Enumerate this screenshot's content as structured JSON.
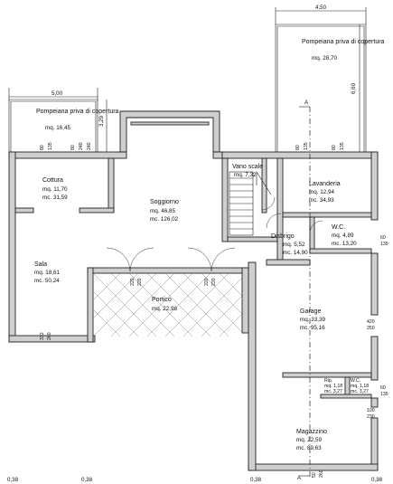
{
  "dimensions": {
    "top_width": "4,50",
    "left_top_width": "5,00",
    "terrace_right_height": "6,60",
    "terrace_left_height": "3,29",
    "bottom_left": "0,38",
    "bottom_left_mid": "0,38",
    "bottom_mid": "0,38",
    "bottom_right": "0,38"
  },
  "section_markers": {
    "top": "A",
    "bottom": "A"
  },
  "rooms": [
    {
      "id": "terrazzo-dx",
      "name": "Pompeiana priva di copertura",
      "line1": "mq. 28,70",
      "line2": ""
    },
    {
      "id": "terrazzo-sx",
      "name": "Pompeiana priva di copertura",
      "line1": "mq. 16,45",
      "line2": ""
    },
    {
      "id": "cottura",
      "name": "Cottura",
      "line1": "mq. 11,70",
      "line2": "mc. 31,59"
    },
    {
      "id": "soggiorno",
      "name": "Soggiorno",
      "line1": "mq. 46,85",
      "line2": "mc. 126,02"
    },
    {
      "id": "vano-scale",
      "name": "Vano scale",
      "line1": "mq. 7,32",
      "line2": ""
    },
    {
      "id": "lavanderia",
      "name": "Lavanderia",
      "line1": "mq. 12,94",
      "line2": "mc. 34,93"
    },
    {
      "id": "wc",
      "name": "W.C.",
      "line1": "mq. 4,89",
      "line2": "mc. 13,20"
    },
    {
      "id": "disbrigo",
      "name": "Disbrigo",
      "line1": "mq. 5,52",
      "line2": "mc. 14,90"
    },
    {
      "id": "sala",
      "name": "Sala",
      "line1": "mq. 18,61",
      "line2": "mc. 50,24"
    },
    {
      "id": "portico",
      "name": "Portico",
      "line1": "mq. 22,98",
      "line2": ""
    },
    {
      "id": "garage",
      "name": "Garage",
      "line1": "mq. 33,39",
      "line2": "mc. 95,16"
    },
    {
      "id": "magazzino",
      "name": "Magazzino",
      "line1": "mq. 22,59",
      "line2": "mc. 89,63"
    }
  ],
  "openings": {
    "w1": "80",
    "w1b": "135",
    "w2": "80",
    "w2b": "240",
    "w3": "80",
    "w3b": "135",
    "w4": "80",
    "w4b": "135",
    "p1": "60",
    "p1b": "135",
    "p2": "420",
    "p2b": "250",
    "p3": "60",
    "p3b": "135",
    "p4": "100",
    "p4b": "230",
    "p5": "332",
    "p5b": "260",
    "p6": "220",
    "p6b": "220",
    "p7": "220",
    "p7b": "220",
    "p8": "240",
    "p8b": "240",
    "p9": "50",
    "p9b": "260"
  },
  "small_rooms": [
    {
      "id": "ripost-1",
      "name": "Rip.",
      "line1": "mq. 1,18",
      "line2": "mc. 3,27"
    },
    {
      "id": "ripost-2",
      "name": "W.C.",
      "line1": "mq. 1,18",
      "line2": "mc. 3,27"
    }
  ]
}
